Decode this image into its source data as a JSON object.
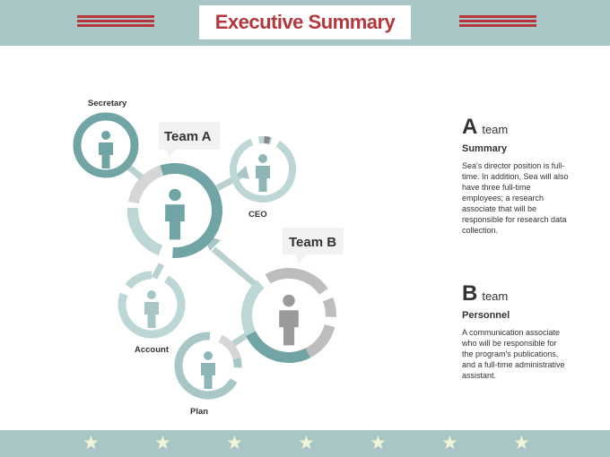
{
  "header": {
    "title": "Executive Summary"
  },
  "diagram": {
    "nodes": [
      {
        "id": "secretary",
        "label": "Secretary"
      },
      {
        "id": "team-a",
        "label": ""
      },
      {
        "id": "ceo",
        "label": "CEO"
      },
      {
        "id": "team-b",
        "label": ""
      },
      {
        "id": "account",
        "label": "Account"
      },
      {
        "id": "plan",
        "label": "Plan"
      }
    ],
    "callouts": [
      {
        "id": "team-a",
        "text": "Team A"
      },
      {
        "id": "team-b",
        "text": "Team B"
      }
    ]
  },
  "panels": [
    {
      "letter": "A",
      "team": "team",
      "subtitle": "Summary",
      "body": "Sea's director position is full-time.  In addition, Sea will also have three full-time employees; a research associate that will be responsible for research data collection."
    },
    {
      "letter": "B",
      "team": "team",
      "subtitle": "Personnel",
      "body": "A communication associate who will be responsible for the program's publications, and a full-time administrative assistant."
    }
  ],
  "footer": {
    "star_count": 7,
    "star_glyph": "★"
  },
  "colors": {
    "header_bg": "#a8c6c6",
    "title_red": "#b5363b",
    "teal_dark": "#71a4a4",
    "teal_light": "#bdd6d6",
    "gray": "#bdbdbd",
    "star": "#f4f3d6"
  }
}
